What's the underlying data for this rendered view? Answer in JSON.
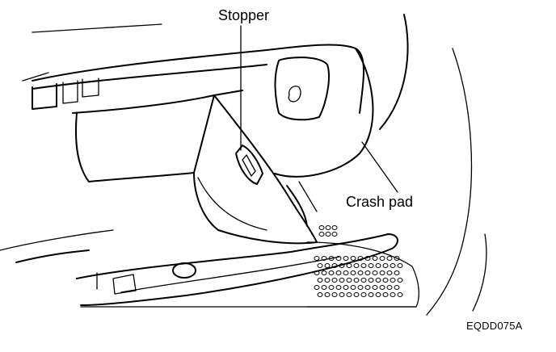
{
  "labels": {
    "stopper": "Stopper",
    "crash_pad": "Crash pad",
    "figure_code": "EQDD075A"
  },
  "colors": {
    "ink": "#000000",
    "background": "#ffffff"
  }
}
